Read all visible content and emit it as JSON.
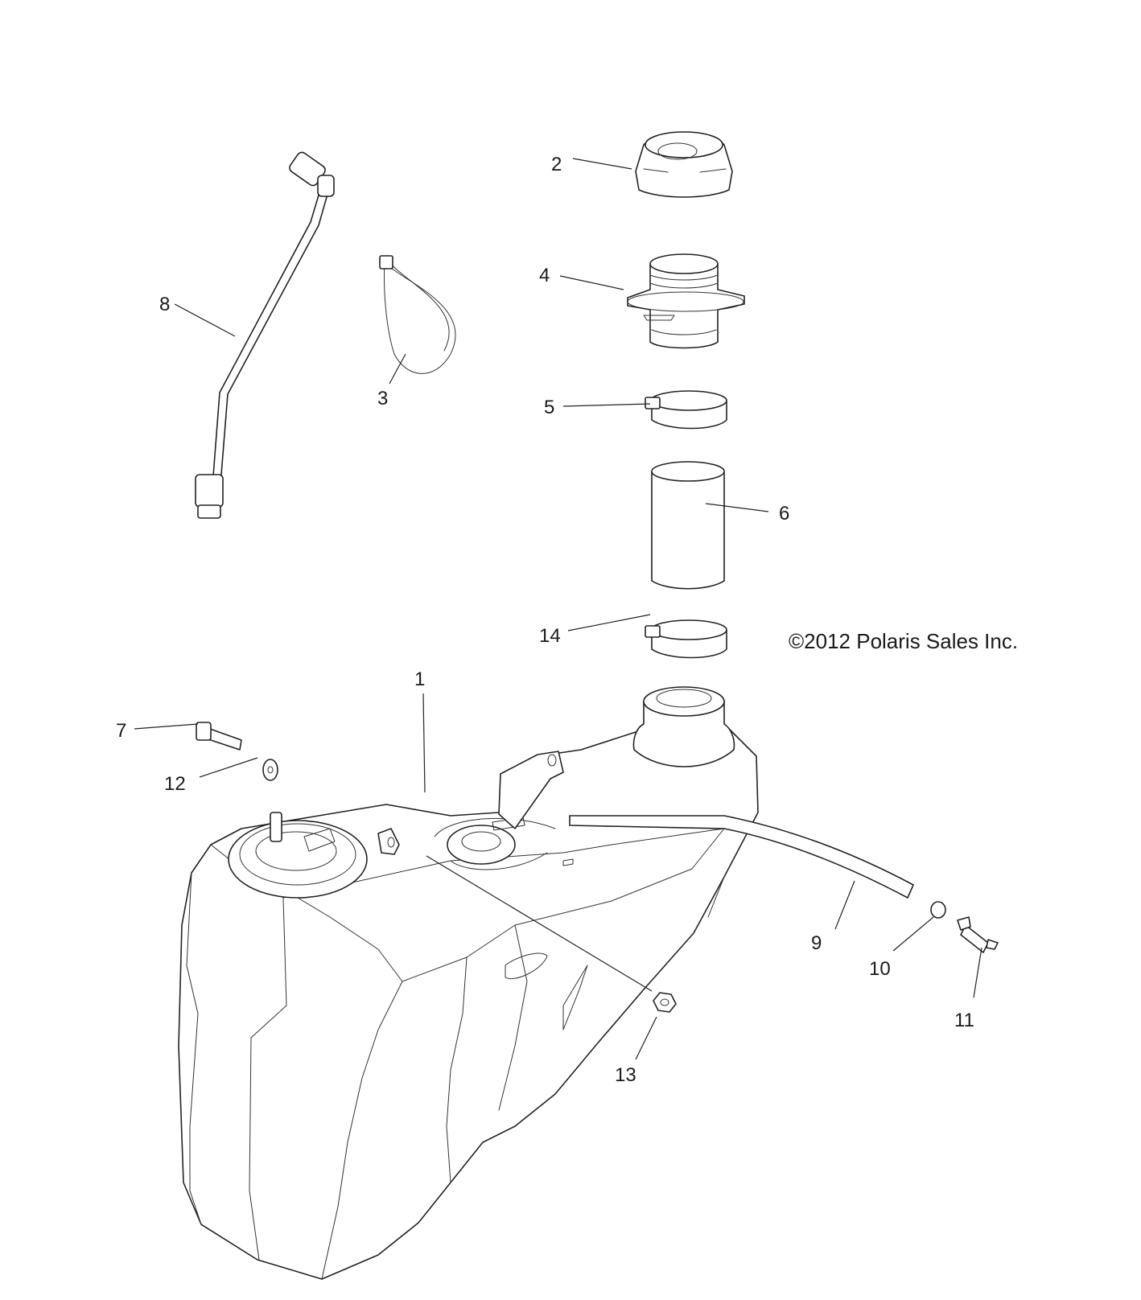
{
  "diagram": {
    "copyright": "©2012 Polaris Sales Inc.",
    "callouts": [
      {
        "id": "1",
        "text": "1"
      },
      {
        "id": "2",
        "text": "2"
      },
      {
        "id": "3",
        "text": "3"
      },
      {
        "id": "4",
        "text": "4"
      },
      {
        "id": "5",
        "text": "5"
      },
      {
        "id": "6",
        "text": "6"
      },
      {
        "id": "7",
        "text": "7"
      },
      {
        "id": "8",
        "text": "8"
      },
      {
        "id": "9",
        "text": "9"
      },
      {
        "id": "10",
        "text": "10"
      },
      {
        "id": "11",
        "text": "11"
      },
      {
        "id": "12",
        "text": "12"
      },
      {
        "id": "13",
        "text": "13"
      },
      {
        "id": "14",
        "text": "14"
      }
    ]
  }
}
